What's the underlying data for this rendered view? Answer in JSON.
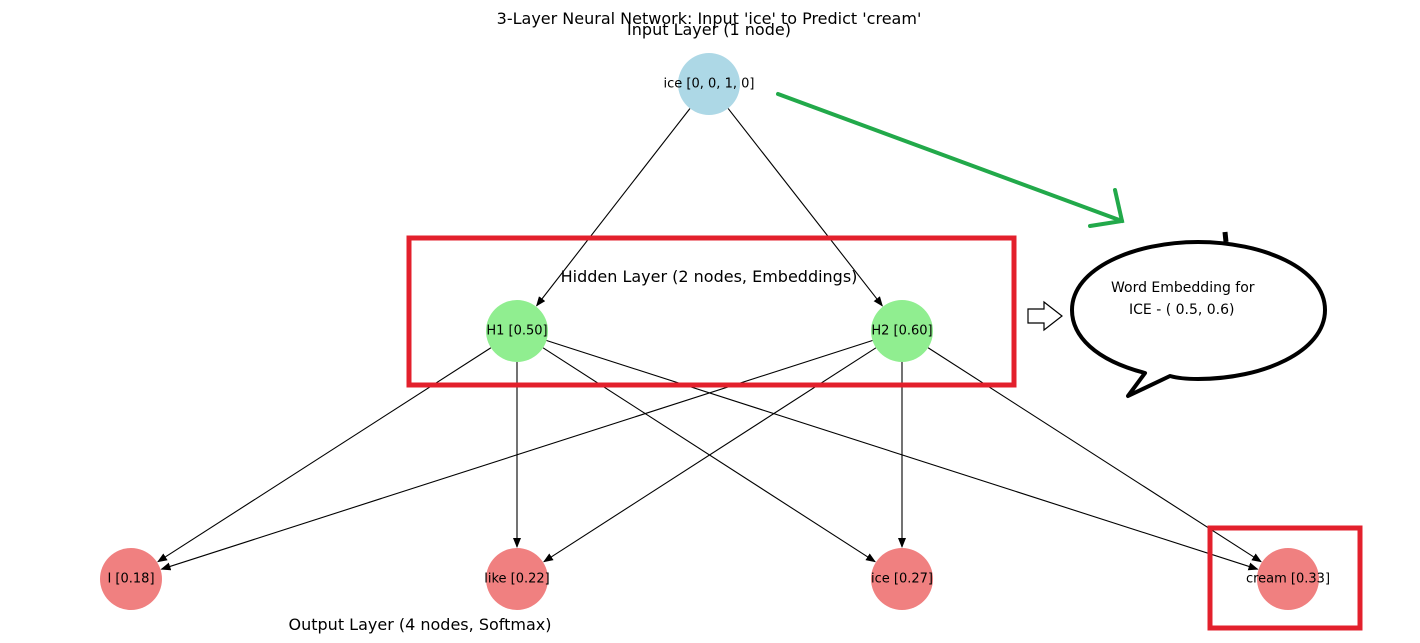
{
  "title": "3-Layer Neural Network: Input 'ice' to Predict 'cream'",
  "layers": {
    "input": "Input Layer (1 node)",
    "hidden": "Hidden Layer (2 nodes, Embeddings)",
    "output": "Output Layer (4 nodes, Softmax)"
  },
  "nodes": {
    "input": [
      {
        "id": "ice-input",
        "label": "ice [0, 0, 1, 0]",
        "color": "#add8e6"
      }
    ],
    "hidden": [
      {
        "id": "h1",
        "label": "H1 [0.50]",
        "color": "#90ee90"
      },
      {
        "id": "h2",
        "label": "H2 [0.60]",
        "color": "#90ee90"
      }
    ],
    "output": [
      {
        "id": "i",
        "label": "I [0.18]",
        "color": "#f08080"
      },
      {
        "id": "like",
        "label": "like [0.22]",
        "color": "#f08080"
      },
      {
        "id": "ice",
        "label": "ice [0.27]",
        "color": "#f08080"
      },
      {
        "id": "cream",
        "label": "cream [0.33]",
        "color": "#f08080"
      }
    ]
  },
  "edges": [
    [
      "ice-input",
      "h1"
    ],
    [
      "ice-input",
      "h2"
    ],
    [
      "h1",
      "i"
    ],
    [
      "h1",
      "like"
    ],
    [
      "h1",
      "ice"
    ],
    [
      "h1",
      "cream"
    ],
    [
      "h2",
      "i"
    ],
    [
      "h2",
      "like"
    ],
    [
      "h2",
      "ice"
    ],
    [
      "h2",
      "cream"
    ]
  ],
  "callout": {
    "line1": "Word Embedding for",
    "line2": "ICE - ( 0.5, 0.6)"
  },
  "colors": {
    "highlight_box": "#e3202c",
    "arrow_green": "#22a94a",
    "edge": "#000000"
  }
}
